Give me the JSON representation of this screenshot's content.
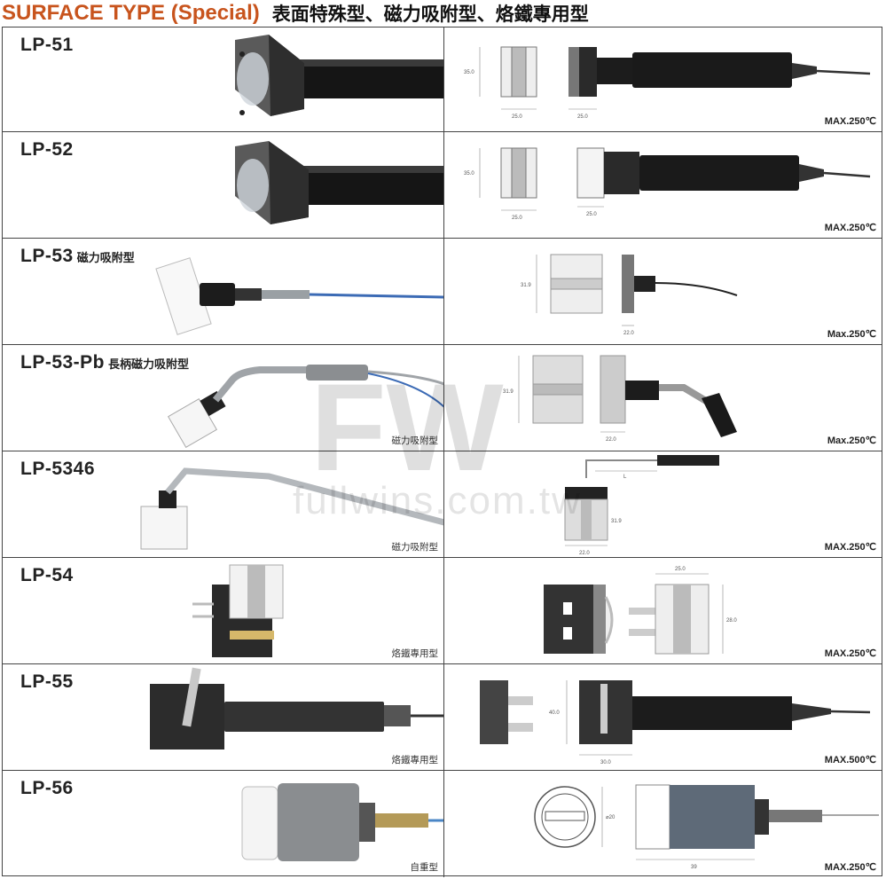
{
  "header": {
    "title_en": "SURFACE TYPE (Special)",
    "title_zh": "表面特殊型、磁力吸附型、烙鐵專用型"
  },
  "watermark": "fullwins.com.tw",
  "rows": [
    {
      "model": "LP-51",
      "subtitle": "",
      "tag": "",
      "max": "MAX.250℃",
      "dims": [
        "35.0",
        "25.0",
        "25.0"
      ]
    },
    {
      "model": "LP-52",
      "subtitle": "",
      "tag": "",
      "max": "MAX.250℃",
      "dims": [
        "35.0",
        "25.0",
        "25.0"
      ]
    },
    {
      "model": "LP-53",
      "subtitle": "磁力吸附型",
      "tag": "",
      "max": "Max.250℃",
      "dims": [
        "31.9",
        "22.0"
      ]
    },
    {
      "model": "LP-53-Pb",
      "subtitle": "長柄磁力吸附型",
      "tag": "磁力吸附型",
      "max": "Max.250℃",
      "dims": [
        "31.9",
        "22.0"
      ]
    },
    {
      "model": "LP-5346",
      "subtitle": "",
      "tag": "磁力吸附型",
      "max": "MAX.250℃",
      "dims": [
        "L",
        "31.9",
        "22.0"
      ]
    },
    {
      "model": "LP-54",
      "subtitle": "",
      "tag": "烙鐵專用型",
      "max": "MAX.250℃",
      "dims": [
        "25.0",
        "28.0"
      ]
    },
    {
      "model": "LP-55",
      "subtitle": "",
      "tag": "烙鐵專用型",
      "max": "MAX.500℃",
      "dims": [
        "40.0",
        "30.0"
      ]
    },
    {
      "model": "LP-56",
      "subtitle": "",
      "tag": "自重型",
      "max": "MAX.250℃",
      "dims": [
        "⌀20",
        "39"
      ]
    }
  ]
}
